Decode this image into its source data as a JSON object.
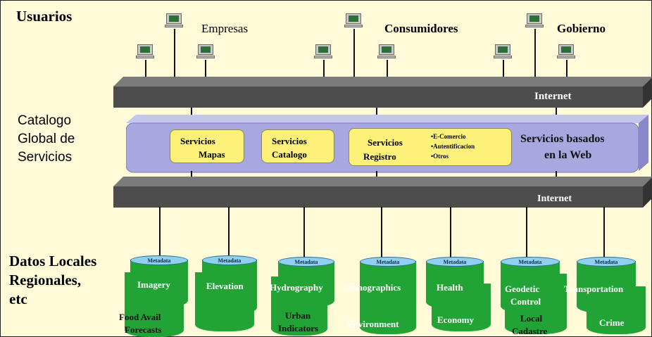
{
  "left_labels": {
    "usuarios": "Usuarios",
    "catalogo": [
      "Catalogo",
      "Global de",
      "Servicios"
    ],
    "datos": [
      "Datos Locales",
      "Regionales,",
      "etc"
    ]
  },
  "user_groups": {
    "empresas": "Empresas",
    "consumidores": "Consumidores",
    "gobierno": "Gobierno"
  },
  "networks": {
    "top_internet": "Internet",
    "bottom_internet": "Internet"
  },
  "services": {
    "mapas": [
      "Servicios",
      "Mapas"
    ],
    "catalogo": [
      "Servicios",
      "Catalogo"
    ],
    "registro": [
      "Servicios",
      "Registro"
    ],
    "registro_items": [
      "•E-Comercio",
      "•Autentificacion",
      "•Otros"
    ],
    "web_based": [
      "Servicios basados",
      "en la Web"
    ]
  },
  "databases": {
    "metadata_label": "Metadata",
    "front_labels": [
      "Imagery",
      "Elevation",
      "Hydrography",
      "Demographics",
      "Health",
      "Geodetic",
      "Control",
      "Transportation"
    ],
    "back_labels": [
      "Food Avail",
      "Forecasts",
      "Urban",
      "Indicators",
      "Environment",
      "Economy",
      "Local",
      "Cadastre",
      "Crime"
    ]
  },
  "colors": {
    "background": "#fffbd9",
    "network_bar": "#4d4d4d",
    "services_band": "#a8a8e0",
    "service_box": "#fdf17a",
    "database": "#22a335",
    "metadata_top": "#8fd0f2"
  }
}
